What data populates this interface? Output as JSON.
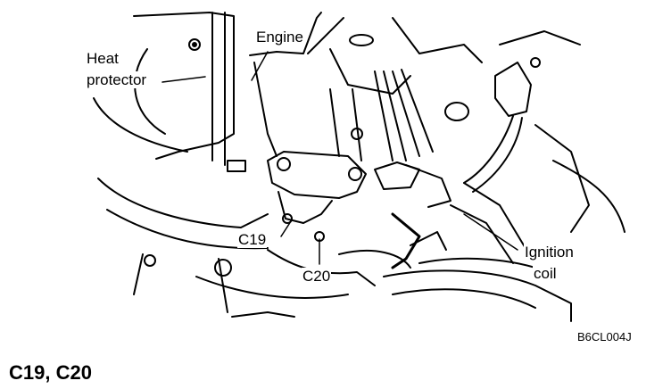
{
  "figure": {
    "labels": {
      "heat_protector_1": "Heat",
      "heat_protector_2": "protector",
      "engine": "Engine",
      "c19": "C19",
      "c20": "C20",
      "ignition_coil_1": "Ignition",
      "ignition_coil_2": "coil"
    },
    "figure_code": "B6CL004J",
    "caption": "C19,  C20"
  }
}
